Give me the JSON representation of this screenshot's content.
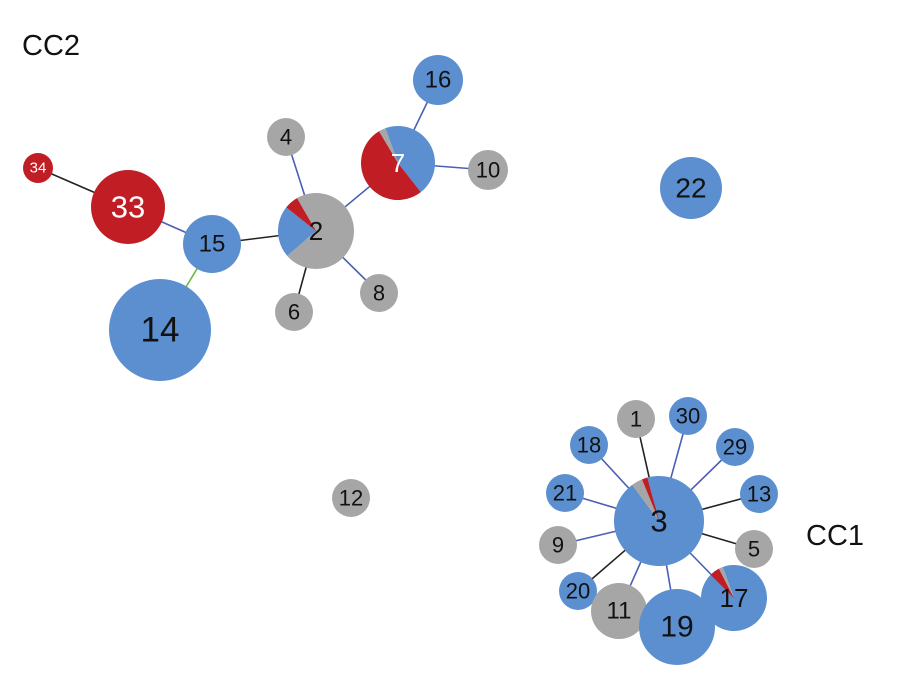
{
  "colors": {
    "blue": "#5b8fd0",
    "red": "#c01d25",
    "gray": "#a6a6a6",
    "edge_blue": "#4a5fb5",
    "edge_black": "#222222",
    "edge_green": "#6dbb3c"
  },
  "cluster_labels": {
    "cc2": "CC2",
    "cc1": "CC1"
  },
  "nodes": [
    {
      "id": "34",
      "label": "34",
      "composition": {
        "red": 1
      }
    },
    {
      "id": "33",
      "label": "33",
      "composition": {
        "red": 1
      }
    },
    {
      "id": "15",
      "label": "15",
      "composition": {
        "blue": 1
      }
    },
    {
      "id": "14",
      "label": "14",
      "composition": {
        "blue": 1
      }
    },
    {
      "id": "2",
      "label": "2",
      "composition": {
        "gray": 0.72,
        "blue": 0.22,
        "red": 0.06
      }
    },
    {
      "id": "4",
      "label": "4",
      "composition": {
        "gray": 1
      }
    },
    {
      "id": "6",
      "label": "6",
      "composition": {
        "gray": 1
      }
    },
    {
      "id": "8",
      "label": "8",
      "composition": {
        "gray": 1
      }
    },
    {
      "id": "7",
      "label": "7",
      "composition": {
        "blue": 0.45,
        "red": 0.52,
        "gray": 0.03
      }
    },
    {
      "id": "16",
      "label": "16",
      "composition": {
        "blue": 1
      }
    },
    {
      "id": "10",
      "label": "10",
      "composition": {
        "gray": 1
      }
    },
    {
      "id": "22",
      "label": "22",
      "composition": {
        "blue": 1
      }
    },
    {
      "id": "12",
      "label": "12",
      "composition": {
        "gray": 1
      }
    },
    {
      "id": "3",
      "label": "3",
      "composition": {
        "blue": 0.94,
        "gray": 0.04,
        "red": 0.02
      }
    },
    {
      "id": "1",
      "label": "1",
      "composition": {
        "gray": 1
      }
    },
    {
      "id": "30",
      "label": "30",
      "composition": {
        "blue": 1
      }
    },
    {
      "id": "29",
      "label": "29",
      "composition": {
        "blue": 1
      }
    },
    {
      "id": "18",
      "label": "18",
      "composition": {
        "blue": 1
      }
    },
    {
      "id": "13",
      "label": "13",
      "composition": {
        "blue": 1
      }
    },
    {
      "id": "21",
      "label": "21",
      "composition": {
        "blue": 1
      }
    },
    {
      "id": "5",
      "label": "5",
      "composition": {
        "gray": 1
      }
    },
    {
      "id": "9",
      "label": "9",
      "composition": {
        "gray": 1
      }
    },
    {
      "id": "20",
      "label": "20",
      "composition": {
        "blue": 1
      }
    },
    {
      "id": "11",
      "label": "11",
      "composition": {
        "gray": 1
      }
    },
    {
      "id": "19",
      "label": "19",
      "composition": {
        "blue": 1
      }
    },
    {
      "id": "17",
      "label": "17",
      "composition": {
        "blue": 0.93,
        "red": 0.05,
        "gray": 0.02
      }
    }
  ],
  "edges": [
    {
      "from": "34",
      "to": "33",
      "color": "edge_black"
    },
    {
      "from": "33",
      "to": "15",
      "color": "edge_blue"
    },
    {
      "from": "15",
      "to": "14",
      "color": "edge_green"
    },
    {
      "from": "15",
      "to": "2",
      "color": "edge_black"
    },
    {
      "from": "2",
      "to": "4",
      "color": "edge_blue"
    },
    {
      "from": "2",
      "to": "6",
      "color": "edge_black"
    },
    {
      "from": "2",
      "to": "8",
      "color": "edge_blue"
    },
    {
      "from": "2",
      "to": "7",
      "color": "edge_blue"
    },
    {
      "from": "7",
      "to": "16",
      "color": "edge_blue"
    },
    {
      "from": "7",
      "to": "10",
      "color": "edge_blue"
    },
    {
      "from": "3",
      "to": "1",
      "color": "edge_black"
    },
    {
      "from": "3",
      "to": "30",
      "color": "edge_blue"
    },
    {
      "from": "3",
      "to": "29",
      "color": "edge_blue"
    },
    {
      "from": "3",
      "to": "18",
      "color": "edge_blue"
    },
    {
      "from": "3",
      "to": "13",
      "color": "edge_black"
    },
    {
      "from": "3",
      "to": "21",
      "color": "edge_blue"
    },
    {
      "from": "3",
      "to": "5",
      "color": "edge_black"
    },
    {
      "from": "3",
      "to": "9",
      "color": "edge_blue"
    },
    {
      "from": "3",
      "to": "20",
      "color": "edge_black"
    },
    {
      "from": "3",
      "to": "11",
      "color": "edge_blue"
    },
    {
      "from": "3",
      "to": "19",
      "color": "edge_blue"
    },
    {
      "from": "3",
      "to": "17",
      "color": "edge_blue"
    }
  ]
}
